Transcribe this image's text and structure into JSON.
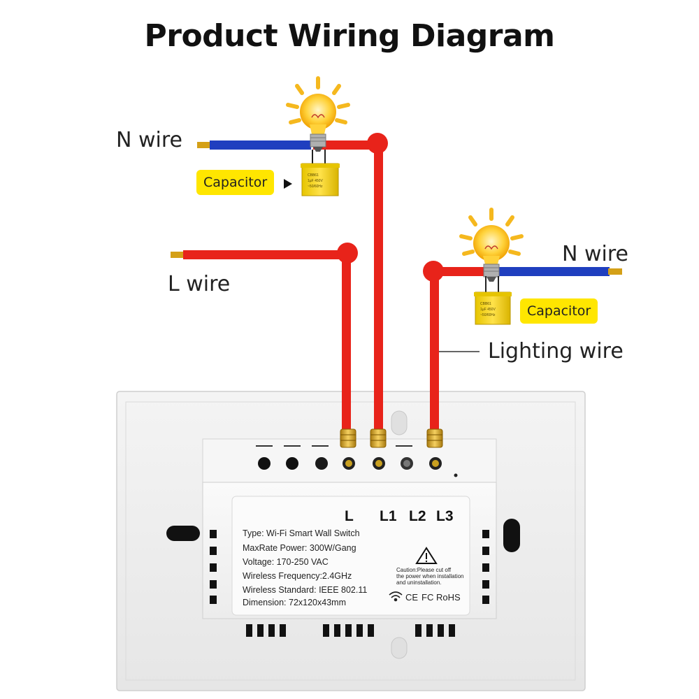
{
  "title": "Product Wiring Diagram",
  "wires": {
    "n_wire_top": "N wire",
    "n_wire_right": "N wire",
    "l_wire": "L wire",
    "lighting_wire": "Lighting wire"
  },
  "capacitor_labels": {
    "top": "Capacitor",
    "right": "Capacitor"
  },
  "terminals": [
    "L",
    "L1",
    "L2",
    "L3"
  ],
  "device_label": {
    "lines": [
      "Type: Wi-Fi Smart Wall Switch",
      "MaxRate Power: 300W/Gang",
      "Voltage: 170-250 VAC",
      "Wireless Frequency:2.4GHz",
      "Wireless Standard: IEEE 802.11",
      "Dimension: 72x120x43mm"
    ],
    "caution": [
      "Caution:Please cut off",
      "the power when installation",
      "and uninstallation."
    ],
    "certifications": [
      "CE",
      "FC",
      "RoHS"
    ]
  },
  "colors": {
    "live_wire": "#e8231a",
    "neutral_wire": "#1f3fbf",
    "badge": "#ffe600",
    "bulb_glow": "#f5b81e"
  }
}
